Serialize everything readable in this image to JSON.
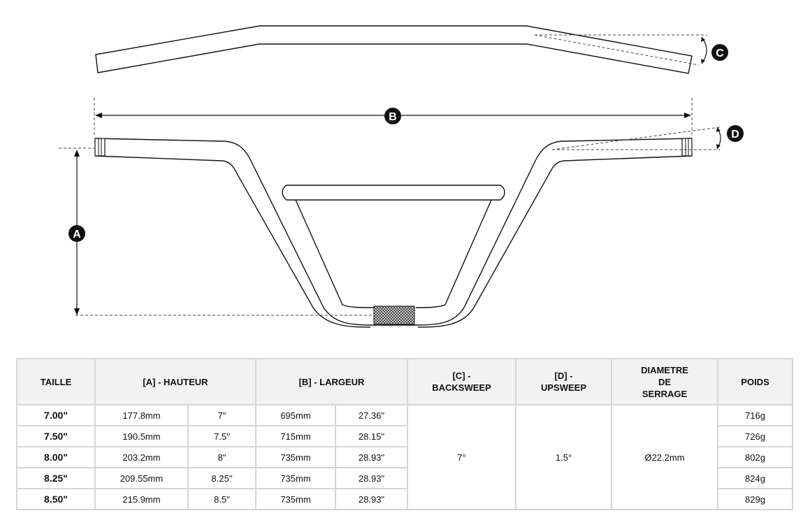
{
  "diagram": {
    "labels": {
      "a": "A",
      "b": "B",
      "c": "C",
      "d": "D"
    }
  },
  "table": {
    "headers": {
      "taille": "TAILLE",
      "hauteur": "[A] - HAUTEUR",
      "largeur": "[B] - LARGEUR",
      "backsweep": "[C] - BACKSWEEP",
      "upsweep": "[D] - UPSWEEP",
      "diametre": "DIAMETRE DE SERRAGE",
      "poids": "POIDS"
    },
    "rows": [
      {
        "taille": "7.00\"",
        "hauteur_mm": "177.8mm",
        "hauteur_in": "7\"",
        "largeur_mm": "695mm",
        "largeur_in": "27.36\"",
        "poids": "716g"
      },
      {
        "taille": "7.50\"",
        "hauteur_mm": "190.5mm",
        "hauteur_in": "7.5\"",
        "largeur_mm": "715mm",
        "largeur_in": "28.15\"",
        "poids": "726g"
      },
      {
        "taille": "8.00\"",
        "hauteur_mm": "203.2mm",
        "hauteur_in": "8\"",
        "largeur_mm": "735mm",
        "largeur_in": "28.93\"",
        "poids": "802g"
      },
      {
        "taille": "8.25\"",
        "hauteur_mm": "209.55mm",
        "hauteur_in": "8.25\"",
        "largeur_mm": "735mm",
        "largeur_in": "28.93\"",
        "poids": "824g"
      },
      {
        "taille": "8.50\"",
        "hauteur_mm": "215.9mm",
        "hauteur_in": "8.5\"",
        "largeur_mm": "735mm",
        "largeur_in": "28.93\"",
        "poids": "829g"
      }
    ],
    "shared": {
      "backsweep": "7°",
      "upsweep": "1.5°",
      "diametre": "Ø22.2mm"
    }
  }
}
